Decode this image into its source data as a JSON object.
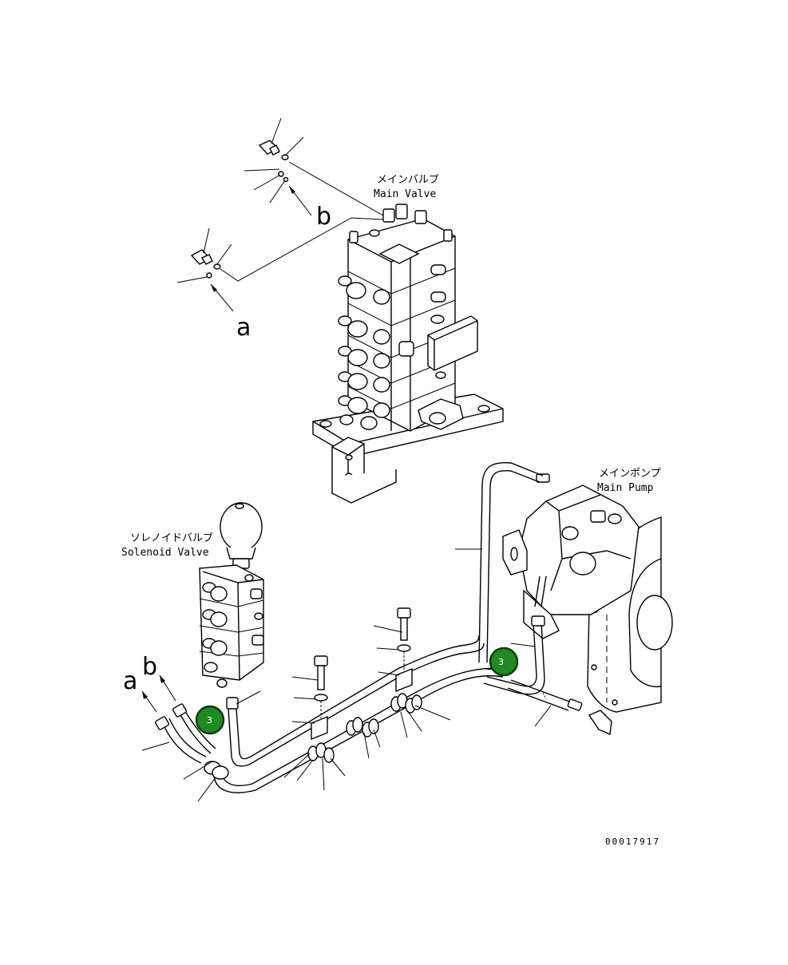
{
  "labels": {
    "main_valve_jp": "メインバルブ",
    "main_valve_en": "Main Valve",
    "main_pump_jp": "メインポンプ",
    "main_pump_en": "Main Pump",
    "solenoid_valve_jp": "ソレノイドバルブ",
    "solenoid_valve_en": "Solenoid Valve",
    "ref_a": "a",
    "ref_b": "b",
    "ref_a_lower": "a",
    "ref_b_lower": "b"
  },
  "callouts": [
    {
      "number": "3"
    },
    {
      "number": "3"
    }
  ],
  "drawing_number": "00017917",
  "colors": {
    "callout_fill": "#1f8a1f",
    "callout_border": "#0b3d0b",
    "line": "#000000"
  }
}
